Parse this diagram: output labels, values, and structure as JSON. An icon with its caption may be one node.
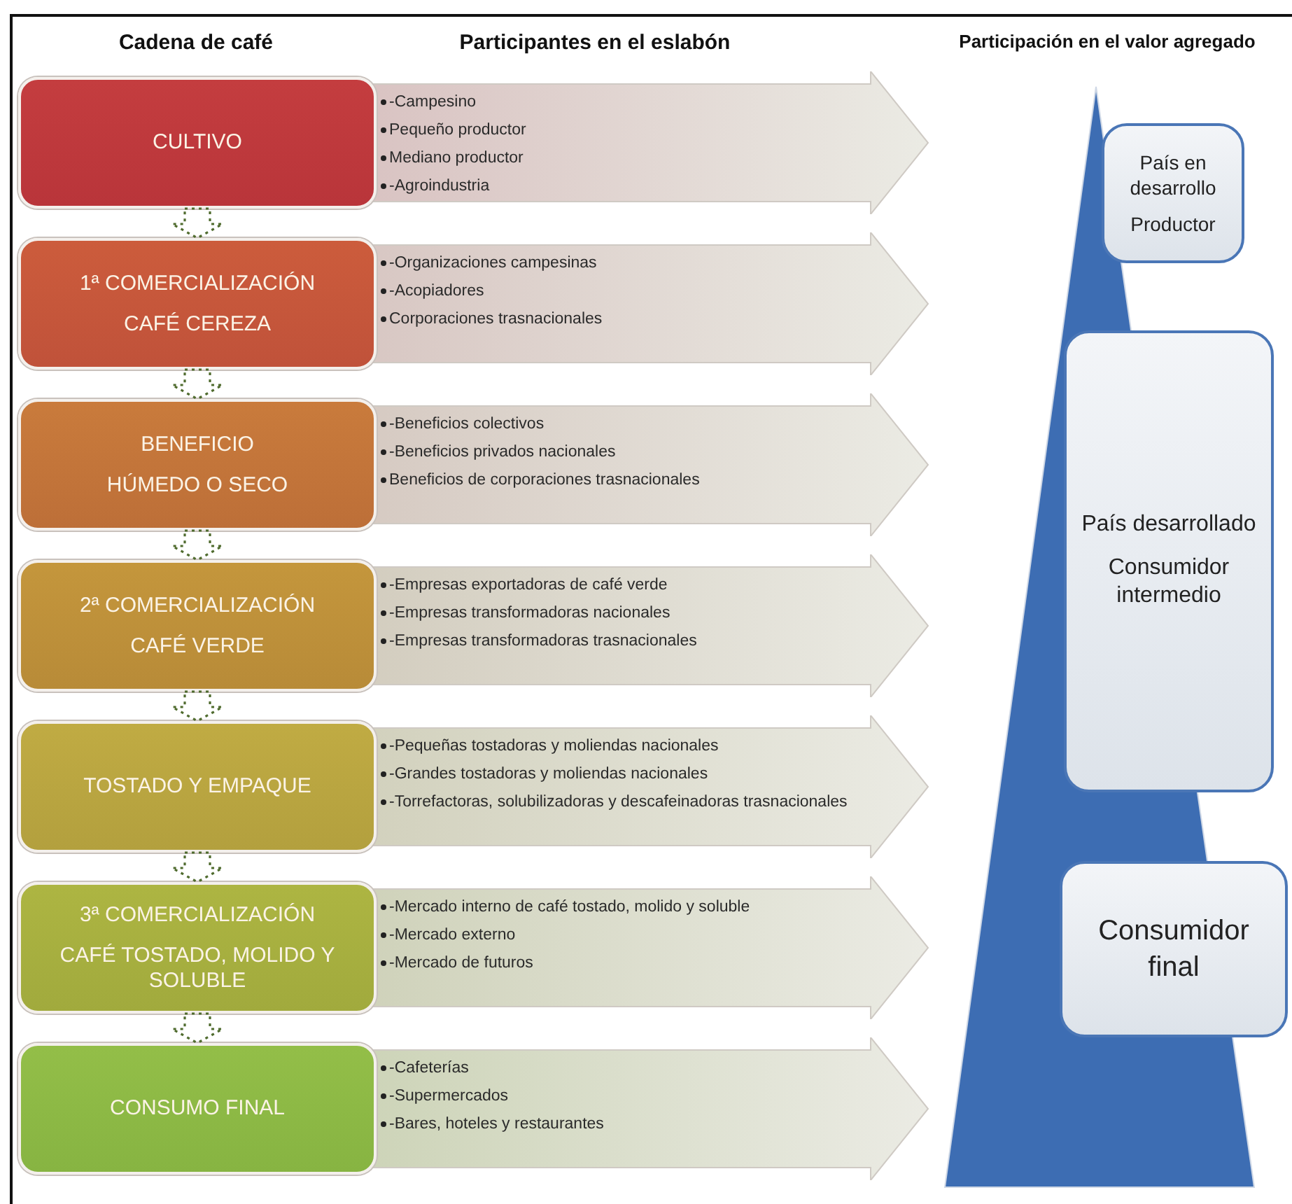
{
  "diagram": {
    "nodes": [
      {
        "text": [
          "CULTIVO"
        ]
      },
      {
        "text": [
          "1ª COMERCIALIZACIÓN",
          "CAFÉ CEREZA"
        ]
      },
      {
        "text": [
          "BENEFICIO",
          "HÚMEDO O SECO"
        ]
      },
      {
        "text": [
          "2ª COMERCIALIZACIÓN",
          "CAFÉ VERDE"
        ]
      },
      {
        "text": [
          "TOSTADO Y EMPAQUE"
        ]
      },
      {
        "text": [
          "3ª COMERCIALIZACIÓN",
          "CAFÉ TOSTADO, MOLIDO Y SOLUBLE"
        ]
      },
      {
        "text": [
          "CONSUMO FINAL"
        ]
      },
      {
        "text": [
          "-Campesino",
          "Pequeño productor",
          "Mediano productor",
          "-Agroindustria"
        ]
      },
      {
        "text": [
          "-Organizaciones campesinas",
          "-Acopiadores",
          "Corporaciones trasnacionales"
        ]
      },
      {
        "text": [
          "-Beneficios colectivos",
          "-Beneficios privados nacionales",
          "Beneficios de corporaciones trasnacionales"
        ]
      },
      {
        "text": [
          "-Empresas exportadoras de café verde",
          "-Empresas transformadoras nacionales",
          "-Empresas transformadoras trasnacionales"
        ]
      },
      {
        "text": [
          "-Pequeñas  tostadoras y moliendas nacionales",
          "-Grandes tostadoras y moliendas nacionales",
          "-Torrefactoras, solubilizadoras y descafeinadoras trasnacionales"
        ]
      },
      {
        "text": [
          "-Mercado interno de café tostado, molido y soluble",
          "-Mercado externo",
          "-Mercado de futuros"
        ]
      },
      {
        "text": [
          "-Cafeterías",
          "-Supermercados",
          "-Bares, hoteles y restaurantes"
        ]
      },
      {
        "text": [
          "País en desarrollo",
          "Productor"
        ]
      },
      {
        "text": [
          "País desarrollado",
          "Consumidor intermedio"
        ]
      },
      {
        "text": [
          "Consumidor final"
        ]
      }
    ],
    "edges": [
      {
        "from": 0,
        "to": 1,
        "arrow": "to",
        "style": "dashed"
      },
      {
        "from": 1,
        "to": 2,
        "arrow": "to",
        "style": "dashed"
      },
      {
        "from": 2,
        "to": 3,
        "arrow": "to",
        "style": "dashed"
      },
      {
        "from": 3,
        "to": 4,
        "arrow": "to",
        "style": "dashed"
      },
      {
        "from": 4,
        "to": 5,
        "arrow": "to",
        "style": "dashed"
      },
      {
        "from": 5,
        "to": 6,
        "arrow": "to",
        "style": "dashed"
      }
    ],
    "labels": [
      "Cadena de café",
      "Participantes en el eslabón",
      "Participación  en el valor agregado"
    ]
  }
}
